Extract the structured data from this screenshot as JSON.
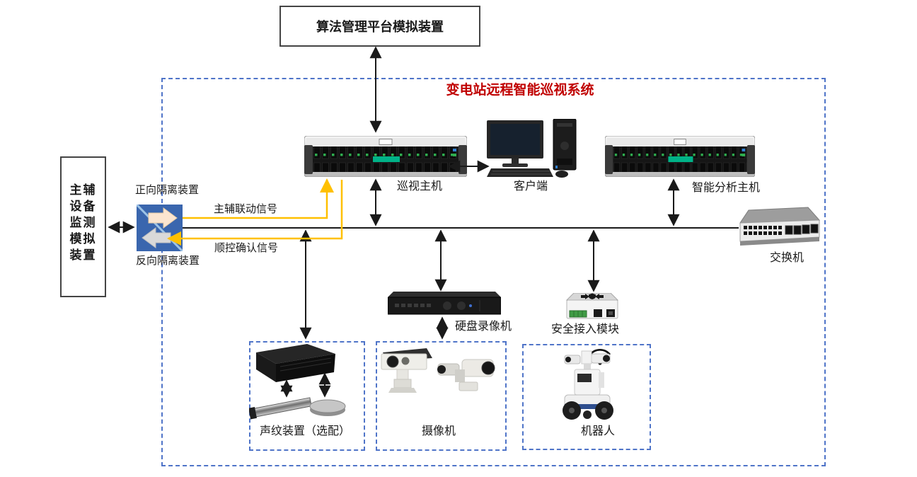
{
  "diagram": {
    "title": "变电站远程智能巡视系统",
    "title_color": "#C00000",
    "border_color": "#4F74C8",
    "signal_color": "#FFC000",
    "line_color": "#1A1A1A"
  },
  "nodes": {
    "algorithm_platform": {
      "label": "算法管理平台模拟装置"
    },
    "main_aux_monitor": {
      "label": "主辅设备监测模拟装置",
      "lines": [
        "主辅",
        "设备",
        "监测",
        "模拟",
        "装置"
      ]
    },
    "forward_isolation": {
      "label": "正向隔离装置"
    },
    "reverse_isolation": {
      "label": "反向隔离装置"
    },
    "inspection_host": {
      "label": "巡视主机"
    },
    "client": {
      "label": "客户端"
    },
    "analysis_host": {
      "label": "智能分析主机"
    },
    "switch": {
      "label": "交换机"
    },
    "dvr": {
      "label": "硬盘录像机"
    },
    "security_module": {
      "label": "安全接入模块"
    },
    "voiceprint": {
      "label": "声纹装置（选配）"
    },
    "camera": {
      "label": "摄像机"
    },
    "robot": {
      "label": "机器人"
    }
  },
  "signals": {
    "linkage": {
      "label": "主辅联动信号"
    },
    "confirm": {
      "label": "顺控确认信号"
    }
  },
  "icons": {
    "wifi": "wifi-arcs",
    "isolation_forward_arrow": "right-block-arrow",
    "isolation_reverse_arrow": "left-block-arrow"
  }
}
